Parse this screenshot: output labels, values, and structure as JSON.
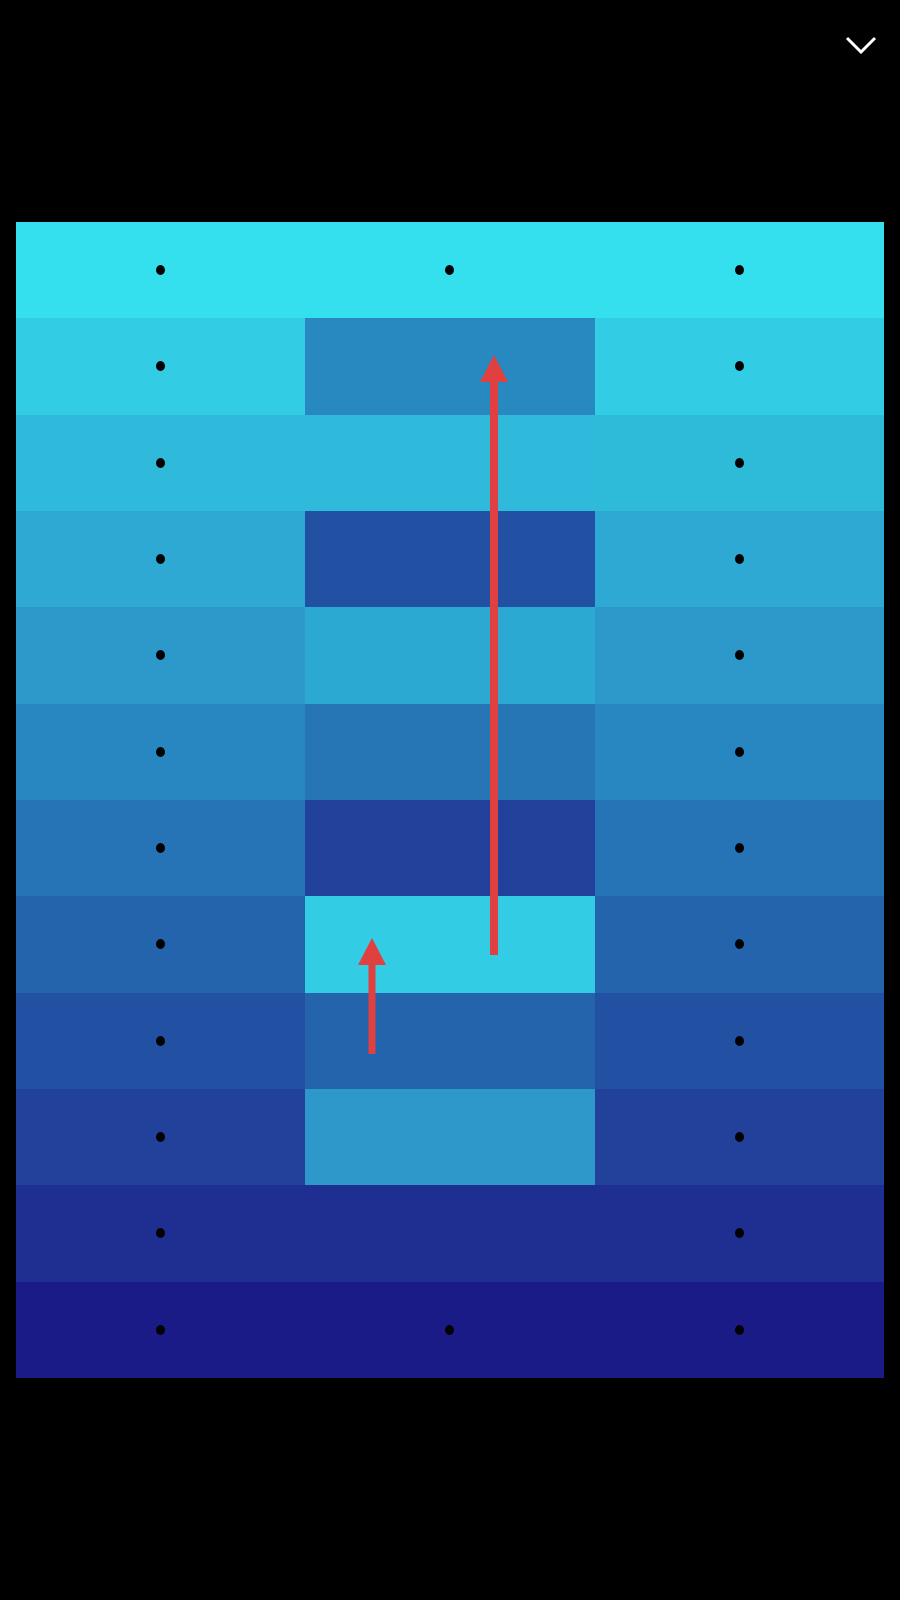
{
  "header": {
    "menu_icon": "chevron-down-icon"
  },
  "board": {
    "columns": 3,
    "rows": 12,
    "colors": [
      [
        "#35e0ee",
        "#35e0ee",
        "#35e0ee"
      ],
      [
        "#32cce4",
        "#2888c0",
        "#32cce4"
      ],
      [
        "#2fbadb",
        "#2fbadb",
        "#2ebbd9"
      ],
      [
        "#2da9d3",
        "#2251a4",
        "#2da9d3"
      ],
      [
        "#2d98ca",
        "#2ca9d3",
        "#2d98ca"
      ],
      [
        "#2887c0",
        "#2675b5",
        "#2887c0"
      ],
      [
        "#2674b5",
        "#22419b",
        "#2674b5"
      ],
      [
        "#2464ad",
        "#32cce4",
        "#2464ad"
      ],
      [
        "#2250a3",
        "#2464ad",
        "#2250a3"
      ],
      [
        "#22419b",
        "#2e98ca",
        "#22419b"
      ],
      [
        "#1e2e91",
        "#1e2e91",
        "#1e2e91"
      ],
      [
        "#1b1b87",
        "#1b1b87",
        "#1b1b87"
      ]
    ],
    "locked": [
      [
        true,
        true,
        true
      ],
      [
        true,
        false,
        true
      ],
      [
        true,
        false,
        true
      ],
      [
        true,
        false,
        true
      ],
      [
        true,
        false,
        true
      ],
      [
        true,
        false,
        true
      ],
      [
        true,
        false,
        true
      ],
      [
        true,
        false,
        true
      ],
      [
        true,
        false,
        true
      ],
      [
        true,
        false,
        true
      ],
      [
        true,
        false,
        true
      ],
      [
        true,
        true,
        true
      ]
    ]
  },
  "hint_arrows": {
    "color": "#e04040",
    "moves": [
      {
        "column": 2,
        "from_row": 8,
        "to_row": 2
      },
      {
        "column": 2,
        "from_row": 9,
        "to_row": 8
      }
    ]
  }
}
